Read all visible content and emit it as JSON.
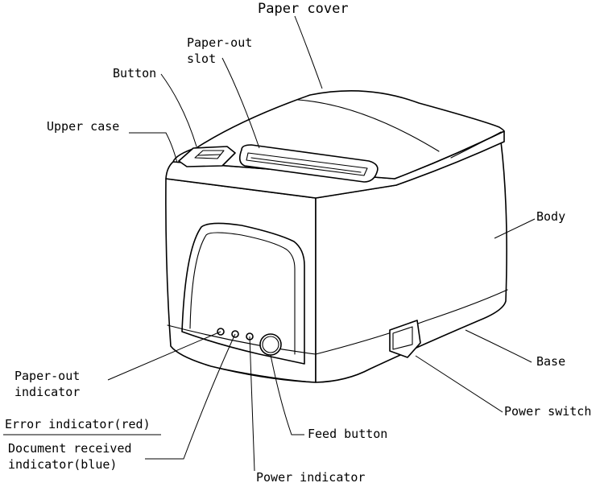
{
  "labels": {
    "paper_cover": "Paper cover",
    "paper_out_slot_line1": "Paper-out",
    "paper_out_slot_line2": "slot",
    "button": "Button",
    "upper_case": "Upper case",
    "body": "Body",
    "base": "Base",
    "power_switch": "Power switch",
    "paper_out_indicator_line1": "Paper-out",
    "paper_out_indicator_line2": "indicator",
    "error_indicator": "Error indicator(red)",
    "document_received_line1": "Document received",
    "document_received_line2": "indicator(blue)",
    "feed_button": "Feed button",
    "power_indicator": "Power indicator"
  }
}
